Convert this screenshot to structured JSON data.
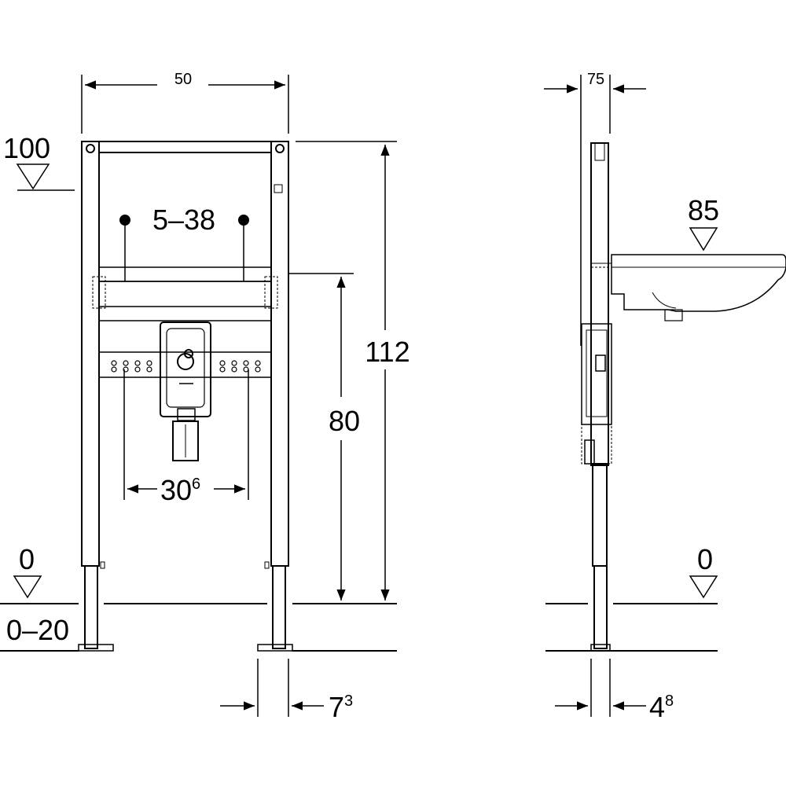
{
  "front_view": {
    "width_dim": "50",
    "top_level": "100",
    "fixing_range": "5–38",
    "height_dim": "112",
    "connection_height": "80",
    "hole_spacing_base": "30",
    "hole_spacing_sup": "6",
    "floor_level": "0",
    "foot_adjust": "0–20",
    "foot_width_base": "7",
    "foot_width_sup": "3"
  },
  "side_view": {
    "depth_dim": "75",
    "basin_level": "85",
    "floor_level": "0",
    "foot_width_base": "4",
    "foot_width_sup": "8"
  }
}
